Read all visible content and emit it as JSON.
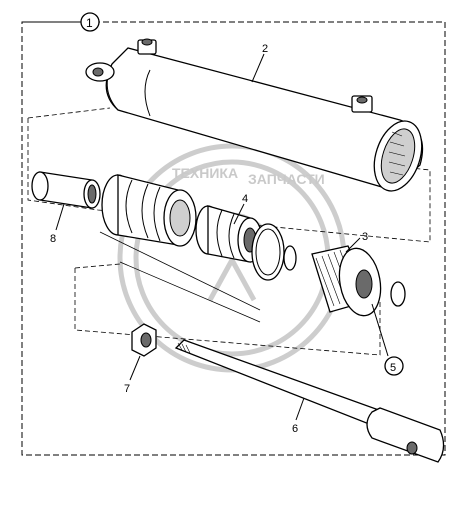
{
  "diagram": {
    "frame_label": "1",
    "watermark": {
      "line1": "ТЕХНИКА",
      "line2": "ЗАПЧАСТИ"
    },
    "callouts": [
      {
        "id": "2",
        "text": "2"
      },
      {
        "id": "3",
        "text": "3"
      },
      {
        "id": "4",
        "text": "4"
      },
      {
        "id": "5",
        "text": "5"
      },
      {
        "id": "6",
        "text": "6"
      },
      {
        "id": "7",
        "text": "7"
      },
      {
        "id": "8",
        "text": "8"
      }
    ]
  }
}
